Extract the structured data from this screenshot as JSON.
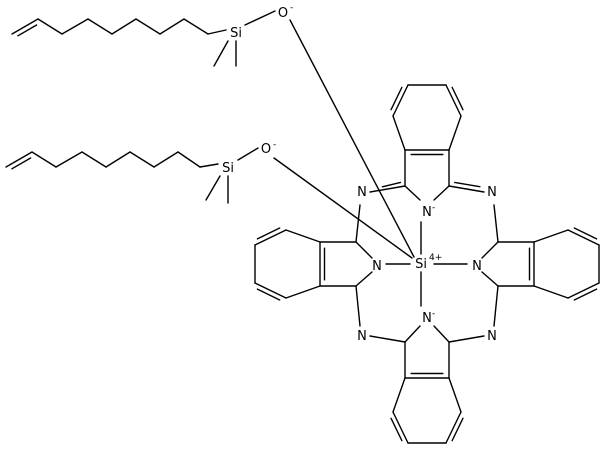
{
  "molecule": {
    "atoms": {
      "si_top": "Si",
      "o_top": "O",
      "si_mid": "Si",
      "o_mid": "O",
      "si_center": "Si",
      "n_top": "N",
      "n_left": "N",
      "n_right": "N",
      "n_bottom": "N",
      "n_bridge_tl": "N",
      "n_bridge_tr": "N",
      "n_bridge_bl": "N",
      "n_bridge_br": "N"
    },
    "charges": {
      "o_top": "-",
      "o_mid": "-",
      "si_center": "4+",
      "n_top": "-",
      "n_bottom": "-"
    }
  }
}
